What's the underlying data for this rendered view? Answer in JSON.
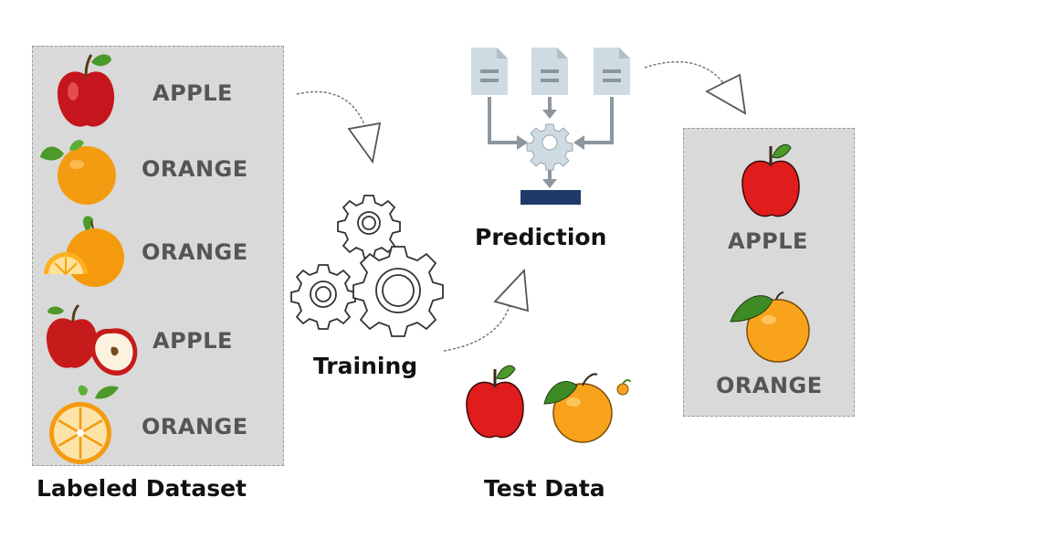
{
  "dataset": {
    "caption": "Labeled Dataset",
    "items": [
      {
        "label": "APPLE",
        "icon": "apple-icon"
      },
      {
        "label": "ORANGE",
        "icon": "orange-icon"
      },
      {
        "label": "ORANGE",
        "icon": "orange-slice-icon"
      },
      {
        "label": "APPLE",
        "icon": "apple-half-icon"
      },
      {
        "label": "ORANGE",
        "icon": "orange-cut-icon"
      }
    ]
  },
  "training": {
    "caption": "Training",
    "icon": "gears-icon"
  },
  "prediction": {
    "caption": "Prediction",
    "icon": "document-gear-icon"
  },
  "test_data": {
    "caption": "Test Data",
    "icons": [
      "apple-icon",
      "orange-icon"
    ]
  },
  "result": {
    "labels": [
      "APPLE",
      "ORANGE"
    ]
  },
  "colors": {
    "panel": "#d9d9d9",
    "label": "#555555",
    "doc": "#cdd9e0",
    "arrow": "#8a949c",
    "bar": "#1f3a68",
    "apple": "#e01c1c",
    "orange": "#f5a00f",
    "leaf": "#4c9a2a"
  }
}
